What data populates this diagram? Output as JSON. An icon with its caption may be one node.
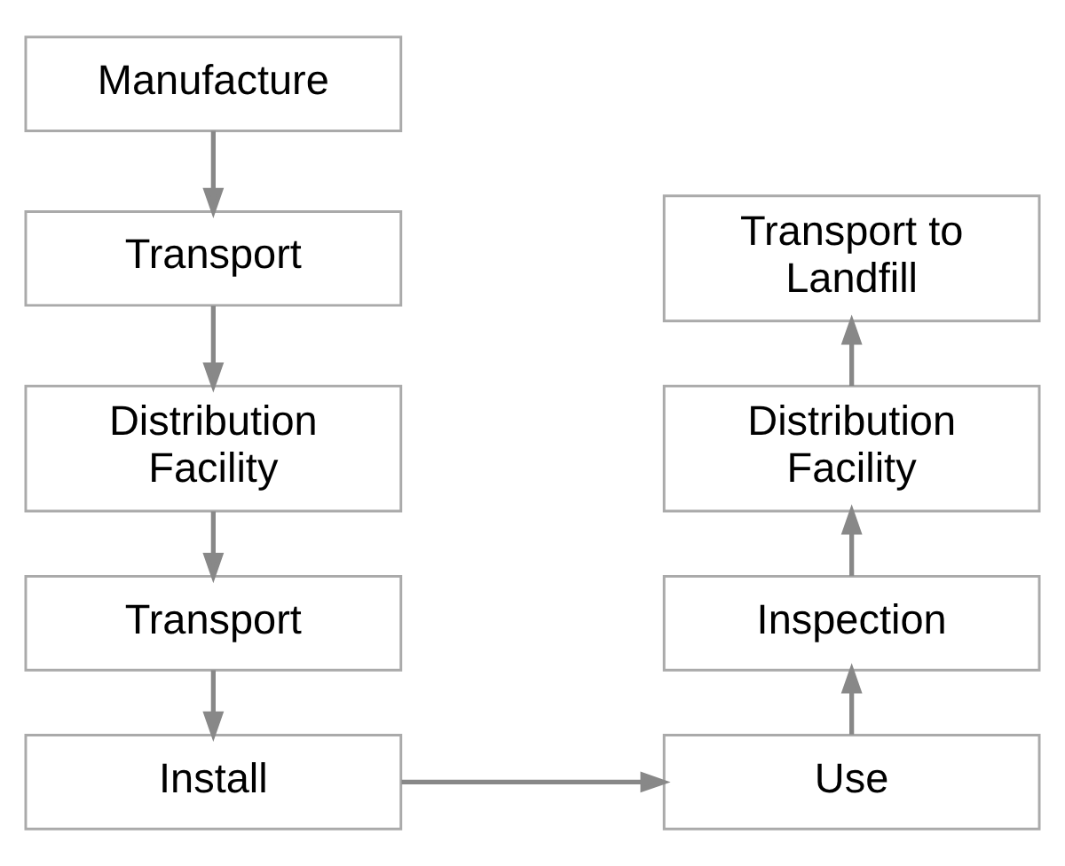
{
  "diagram": {
    "nodes": [
      {
        "text": [
          "Manufacture"
        ]
      },
      {
        "text": [
          "Transport"
        ]
      },
      {
        "text": [
          "Distribution Facility"
        ]
      },
      {
        "text": [
          "Transport"
        ]
      },
      {
        "text": [
          "Install"
        ]
      },
      {
        "text": [
          "Use"
        ]
      },
      {
        "text": [
          "Inspection"
        ]
      },
      {
        "text": [
          "Distribution Facility"
        ]
      },
      {
        "text": [
          "Transport to Landfill"
        ]
      }
    ],
    "edges": [
      {
        "from": 0,
        "to": 1,
        "arrow": "to"
      },
      {
        "from": 1,
        "to": 2,
        "arrow": "to"
      },
      {
        "from": 2,
        "to": 3,
        "arrow": "to"
      },
      {
        "from": 3,
        "to": 4,
        "arrow": "to"
      },
      {
        "from": 4,
        "to": 5,
        "arrow": "to"
      },
      {
        "from": 5,
        "to": 6,
        "arrow": "to"
      },
      {
        "from": 6,
        "to": 7,
        "arrow": "to"
      },
      {
        "from": 7,
        "to": 8,
        "arrow": "to"
      }
    ]
  }
}
